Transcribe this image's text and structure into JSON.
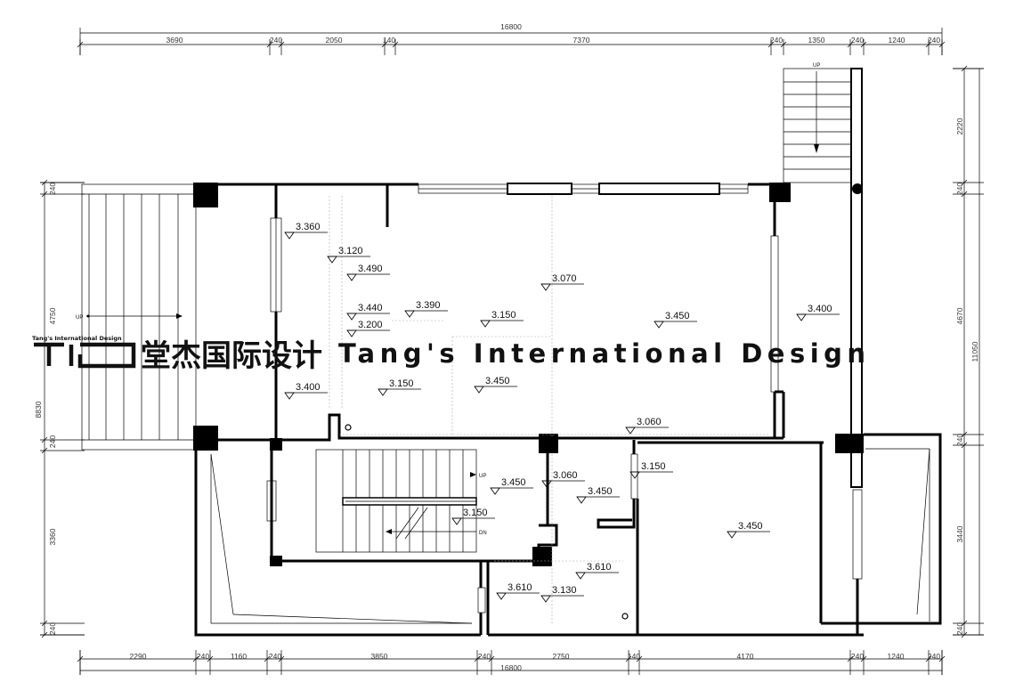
{
  "dims": {
    "top_total": "16800",
    "top": [
      "3690",
      "240",
      "2050",
      "140",
      "7370",
      "240",
      "1350",
      "240",
      "1240",
      "240"
    ],
    "bottom_total": "16800",
    "bottom": [
      "2290",
      "240",
      "1160",
      "240",
      "3850",
      "240",
      "2750",
      "140",
      "4170",
      "240",
      "1240",
      "240"
    ],
    "left_total": "8830",
    "left": [
      "240",
      "4750",
      "240",
      "3360",
      "240"
    ],
    "right_total": "11050",
    "right": [
      "2220",
      "240",
      "4670",
      "240",
      "3440",
      "240"
    ]
  },
  "levels": [
    "3.360",
    "3.120",
    "3.490",
    "3.070",
    "3.440",
    "3.390",
    "3.150",
    "3.450",
    "3.400",
    "3.200",
    "3.400",
    "3.150",
    "3.450",
    "3.060",
    "3.150",
    "3.450",
    "3.060",
    "3.450",
    "3.150",
    "3.450",
    "3.610",
    "3.610",
    "3.130"
  ],
  "stair_labels": {
    "up_top": "UP",
    "up_left": "UP",
    "up_mid": "UP",
    "dn_mid": "DN"
  },
  "watermark": {
    "logo": "TID",
    "small": "Tang's International Design",
    "cn": "堂杰国际设计",
    "en": "Tang's International Design"
  }
}
